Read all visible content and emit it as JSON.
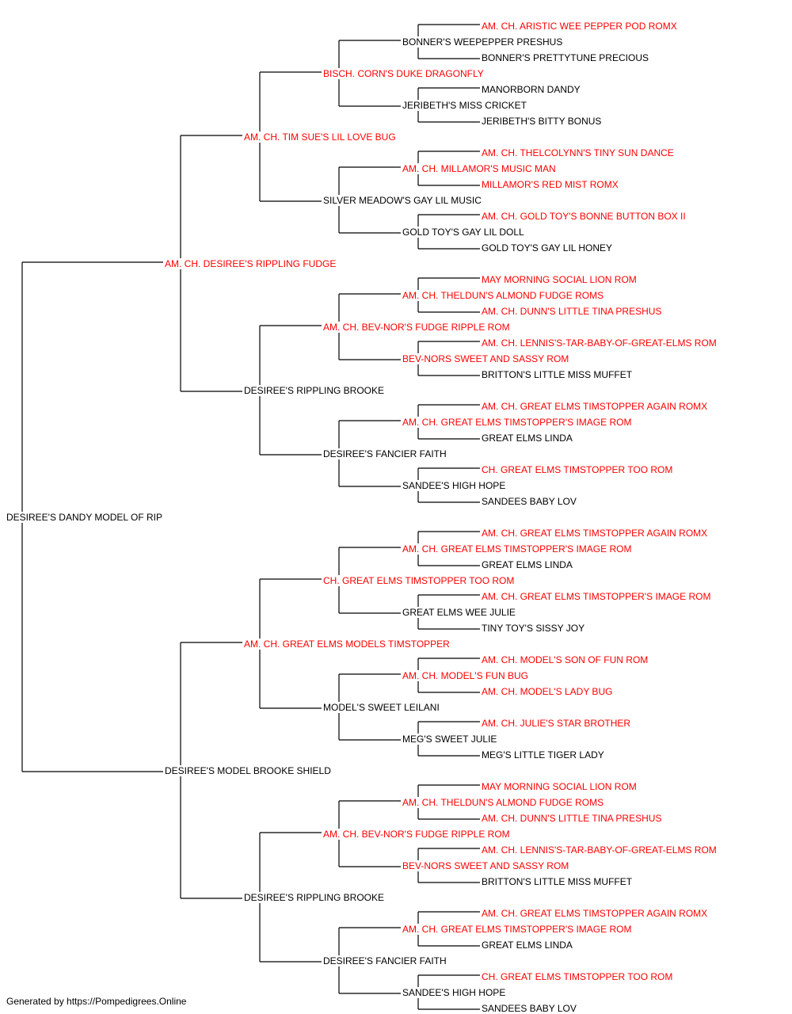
{
  "colors": {
    "champion": "#ff0000",
    "normal": "#000000",
    "line": "#000000"
  },
  "pedigree": {
    "name": "DESIREE'S DANDY MODEL OF RIP",
    "champion": false,
    "sire": {
      "name": "AM. CH. DESIREE'S RIPPLING FUDGE",
      "champion": true,
      "sire": {
        "name": "AM. CH. TIM SUE'S LIL LOVE BUG",
        "champion": true,
        "sire": {
          "name": "BISCH. CORN'S DUKE DRAGONFLY",
          "champion": true,
          "sire": {
            "name": "BONNER'S WEEPEPPER PRESHUS",
            "champion": false,
            "sire": {
              "name": "AM. CH. ARISTIC WEE PEPPER POD ROMX",
              "champion": true
            },
            "dam": {
              "name": "BONNER'S PRETTYTUNE PRECIOUS",
              "champion": false
            }
          },
          "dam": {
            "name": "JERIBETH'S MISS CRICKET",
            "champion": false,
            "sire": {
              "name": "MANORBORN DANDY",
              "champion": false
            },
            "dam": {
              "name": "JERIBETH'S BITTY BONUS",
              "champion": false
            }
          }
        },
        "dam": {
          "name": "SILVER MEADOW'S GAY LIL MUSIC",
          "champion": false,
          "sire": {
            "name": "AM. CH. MILLAMOR'S MUSIC MAN",
            "champion": true,
            "sire": {
              "name": "AM. CH. THELCOLYNN'S TINY SUN DANCE",
              "champion": true
            },
            "dam": {
              "name": "MILLAMOR'S RED MIST ROMX",
              "champion": true
            }
          },
          "dam": {
            "name": "GOLD TOY'S GAY LIL DOLL",
            "champion": false,
            "sire": {
              "name": "AM. CH. GOLD TOY'S BONNE BUTTON BOX II",
              "champion": true
            },
            "dam": {
              "name": "GOLD TOY'S GAY LIL HONEY",
              "champion": false
            }
          }
        }
      },
      "dam": {
        "name": "DESIREE'S RIPPLING BROOKE",
        "champion": false,
        "sire": {
          "name": "AM. CH. BEV-NOR'S FUDGE RIPPLE ROM",
          "champion": true,
          "sire": {
            "name": "AM. CH. THELDUN'S ALMOND FUDGE ROMS",
            "champion": true,
            "sire": {
              "name": "MAY MORNING SOCIAL LION ROM",
              "champion": true
            },
            "dam": {
              "name": "AM. CH. DUNN'S LITTLE TINA PRESHUS",
              "champion": true
            }
          },
          "dam": {
            "name": "BEV-NORS SWEET AND SASSY ROM",
            "champion": true,
            "sire": {
              "name": "AM. CH. LENNIS'S-TAR-BABY-OF-GREAT-ELMS ROM",
              "champion": true
            },
            "dam": {
              "name": "BRITTON'S LITTLE MISS MUFFET",
              "champion": false
            }
          }
        },
        "dam": {
          "name": "DESIREE'S FANCIER FAITH",
          "champion": false,
          "sire": {
            "name": "AM. CH. GREAT ELMS TIMSTOPPER'S IMAGE ROM",
            "champion": true,
            "sire": {
              "name": "AM. CH. GREAT ELMS TIMSTOPPER AGAIN ROMX",
              "champion": true
            },
            "dam": {
              "name": "GREAT ELMS LINDA",
              "champion": false
            }
          },
          "dam": {
            "name": "SANDEE'S HIGH HOPE",
            "champion": false,
            "sire": {
              "name": "CH. GREAT ELMS TIMSTOPPER TOO ROM",
              "champion": true
            },
            "dam": {
              "name": "SANDEES BABY LOV",
              "champion": false
            }
          }
        }
      }
    },
    "dam": {
      "name": "DESIREE'S MODEL BROOKE SHIELD",
      "champion": false,
      "sire": {
        "name": "AM. CH. GREAT ELMS MODELS TIMSTOPPER",
        "champion": true,
        "sire": {
          "name": "CH. GREAT ELMS TIMSTOPPER TOO ROM",
          "champion": true,
          "sire": {
            "name": "AM. CH. GREAT ELMS TIMSTOPPER'S IMAGE ROM",
            "champion": true,
            "sire": {
              "name": "AM. CH. GREAT ELMS TIMSTOPPER AGAIN ROMX",
              "champion": true
            },
            "dam": {
              "name": "GREAT ELMS LINDA",
              "champion": false
            }
          },
          "dam": {
            "name": "GREAT ELMS WEE JULIE",
            "champion": false,
            "sire": {
              "name": "AM. CH. GREAT ELMS TIMSTOPPER'S IMAGE ROM",
              "champion": true
            },
            "dam": {
              "name": "TINY TOY'S SISSY JOY",
              "champion": false
            }
          }
        },
        "dam": {
          "name": "MODEL'S SWEET LEILANI",
          "champion": false,
          "sire": {
            "name": "AM. CH. MODEL'S FUN BUG",
            "champion": true,
            "sire": {
              "name": "AM. CH. MODEL'S SON OF FUN ROM",
              "champion": true
            },
            "dam": {
              "name": "AM. CH. MODEL'S LADY BUG",
              "champion": true
            }
          },
          "dam": {
            "name": "MEG'S SWEET JULIE",
            "champion": false,
            "sire": {
              "name": "AM. CH. JULIE'S STAR BROTHER",
              "champion": true
            },
            "dam": {
              "name": "MEG'S LITTLE TIGER LADY",
              "champion": false
            }
          }
        }
      },
      "dam": {
        "name": "DESIREE'S RIPPLING BROOKE",
        "champion": false,
        "sire": {
          "name": "AM. CH. BEV-NOR'S FUDGE RIPPLE ROM",
          "champion": true,
          "sire": {
            "name": "AM. CH. THELDUN'S ALMOND FUDGE ROMS",
            "champion": true,
            "sire": {
              "name": "MAY MORNING SOCIAL LION ROM",
              "champion": true
            },
            "dam": {
              "name": "AM. CH. DUNN'S LITTLE TINA PRESHUS",
              "champion": true
            }
          },
          "dam": {
            "name": "BEV-NORS SWEET AND SASSY ROM",
            "champion": true,
            "sire": {
              "name": "AM. CH. LENNIS'S-TAR-BABY-OF-GREAT-ELMS ROM",
              "champion": true
            },
            "dam": {
              "name": "BRITTON'S LITTLE MISS MUFFET",
              "champion": false
            }
          }
        },
        "dam": {
          "name": "DESIREE'S FANCIER FAITH",
          "champion": false,
          "sire": {
            "name": "AM. CH. GREAT ELMS TIMSTOPPER'S IMAGE ROM",
            "champion": true,
            "sire": {
              "name": "AM. CH. GREAT ELMS TIMSTOPPER AGAIN ROMX",
              "champion": true
            },
            "dam": {
              "name": "GREAT ELMS LINDA",
              "champion": false
            }
          },
          "dam": {
            "name": "SANDEE'S HIGH HOPE",
            "champion": false,
            "sire": {
              "name": "CH. GREAT ELMS TIMSTOPPER TOO ROM",
              "champion": true
            },
            "dam": {
              "name": "SANDEES BABY LOV",
              "champion": false
            }
          }
        }
      }
    }
  },
  "footer": {
    "text": "Generated by https://Pompedigrees.Online"
  }
}
